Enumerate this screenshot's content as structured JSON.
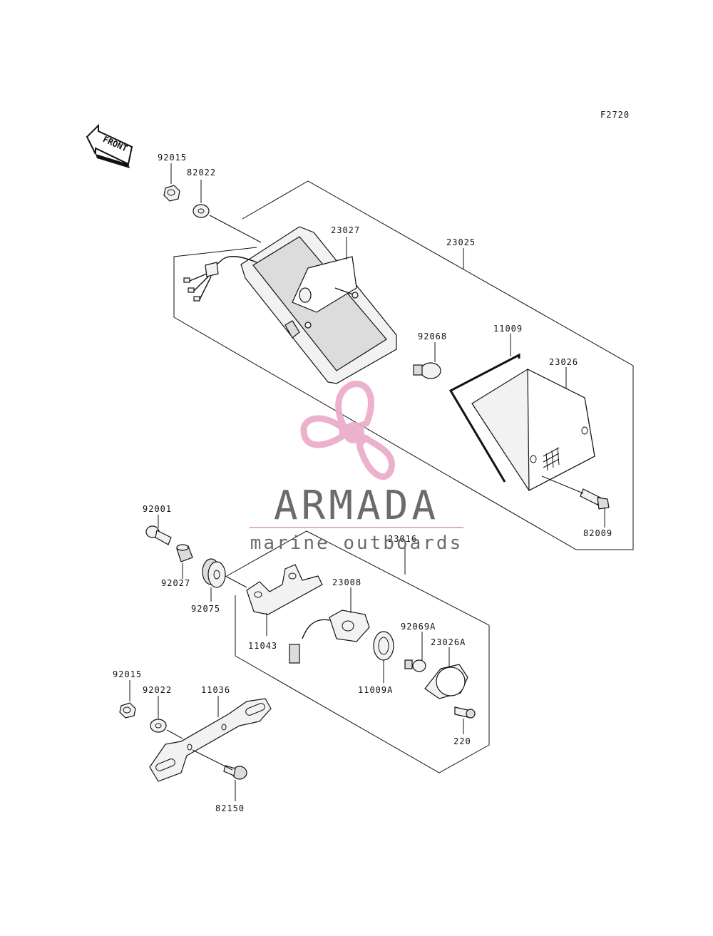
{
  "figure_code": "F2720",
  "front_label": "FRONT",
  "parts": {
    "p92015a": "92015",
    "p82022a": "82022",
    "p23027": "23027",
    "p23025": "23025",
    "p92068": "92068",
    "p11009": "11009",
    "p23026": "23026",
    "p82009": "82009",
    "p92001": "92001",
    "p23016": "23016",
    "p92027": "92027",
    "p92075": "92075",
    "p23008": "23008",
    "p11043": "11043",
    "p92069a": "92069A",
    "p23026a": "23026A",
    "p11009a": "11009A",
    "p92015b": "92015",
    "p92022": "92022",
    "p11036": "11036",
    "p220": "220",
    "p82150": "82150"
  },
  "watermark": {
    "brand": "ARMADA",
    "tagline": "marine outboards",
    "brand_color": "#6b6b6b",
    "logo_color": "#e9a9c8",
    "line_color": "#e9a9c8"
  }
}
